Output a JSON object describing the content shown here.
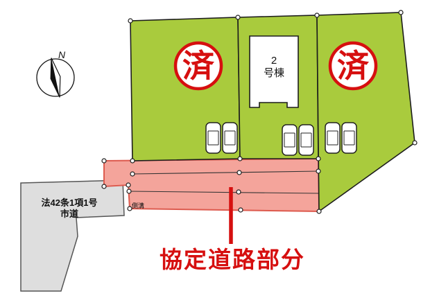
{
  "plan": {
    "compass_label": "N",
    "stamps": {
      "left": "済",
      "right": "済"
    },
    "building": {
      "line1": "2",
      "line2": "号棟"
    },
    "city_road": {
      "line1": "法42条1項1号",
      "line2": "市道"
    },
    "gutter_note": "側溝",
    "road_annotation": "協定道路部分"
  },
  "colors": {
    "parcel_green": "#a9cb3d",
    "road_pink": "#f4a49b",
    "road_border": "#dd5a4e",
    "gray_fill": "#dedede",
    "accent_red": "#d60f0f",
    "line_black": "#1c1c1c"
  }
}
